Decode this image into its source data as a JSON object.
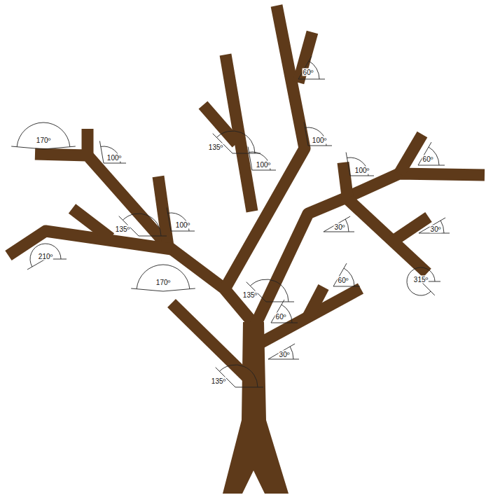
{
  "diagram": {
    "labels": [
      "170º",
      "100º",
      "60º",
      "135º",
      "100º",
      "100º",
      "100º",
      "60º",
      "135º",
      "100º",
      "30º",
      "30º",
      "210º",
      "170º",
      "315º",
      "135º",
      "60º",
      "60º",
      "30º",
      "135º"
    ]
  }
}
